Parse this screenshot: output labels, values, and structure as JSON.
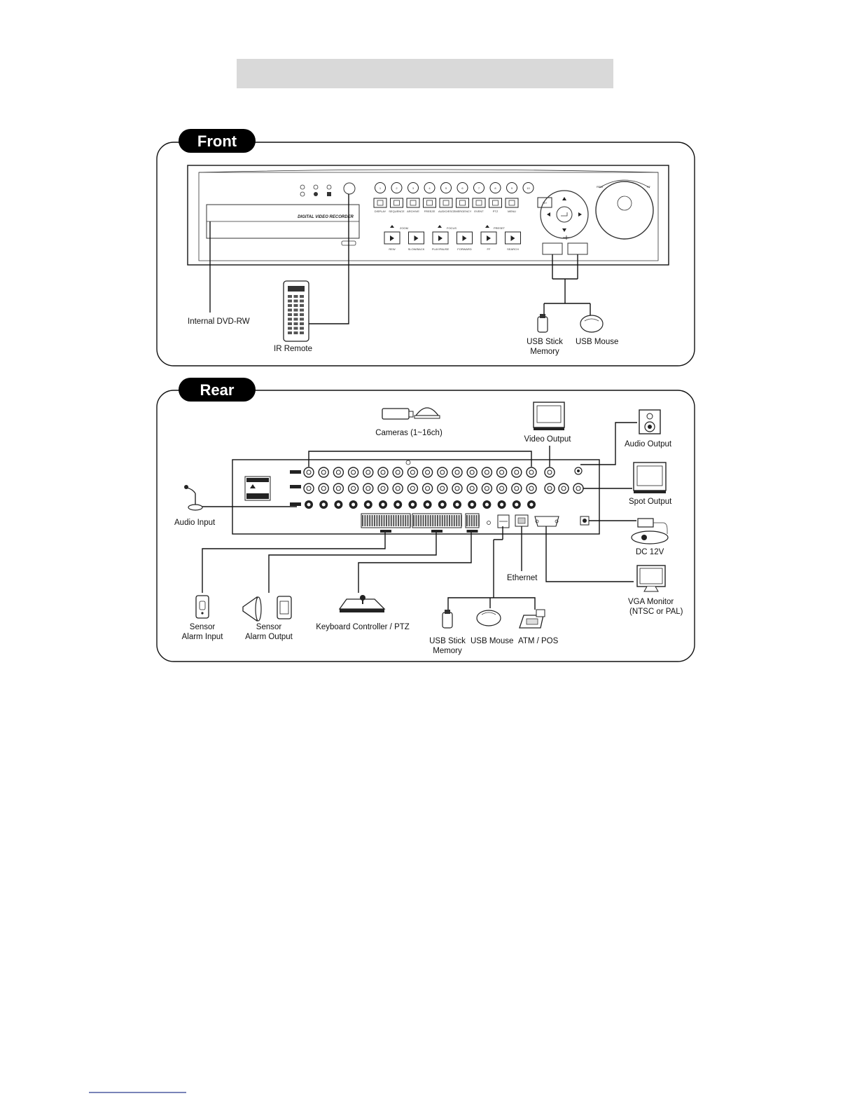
{
  "front": {
    "tab_label": "Front",
    "device_label": "DIGITAL VIDEO RECORDER",
    "channel_buttons": [
      "1",
      "2",
      "3",
      "4",
      "5",
      "6",
      "7",
      "8",
      "9",
      "10",
      "10+"
    ],
    "function_labels": [
      "DISPLAY",
      "SEQUENCE",
      "ARCHIVE",
      "FREEZE",
      "AUDIO/ESC",
      "EMERGENCY",
      "EVENT",
      "PTZ",
      "MENU"
    ],
    "transport_labels": [
      "REW",
      "SLOW/BACK",
      "PLAY/PAUSE",
      "FORWARD",
      "FF",
      "SEARCH"
    ],
    "upper_transport_labels": [
      "ZOOM",
      "FOCUS",
      "PRESET"
    ],
    "jog_labels": [
      "REW",
      "FF"
    ],
    "callouts": {
      "dvd": "Internal DVD-RW",
      "remote": "IR Remote",
      "usb_stick": [
        "USB Stick",
        "Memory"
      ],
      "usb_mouse": "USB Mouse"
    }
  },
  "rear": {
    "tab_label": "Rear",
    "callouts": {
      "cameras": "Cameras (1~16ch)",
      "video_output": "Video Output",
      "audio_output": "Audio Output",
      "spot_output": "Spot Output",
      "audio_input": "Audio Input",
      "dc": "DC 12V",
      "ethernet": "Ethernet",
      "vga": [
        "VGA Monitor",
        "(NTSC or PAL)"
      ],
      "sensor_in": [
        "Sensor",
        "Alarm Input"
      ],
      "sensor_out": [
        "Sensor",
        "Alarm Output"
      ],
      "keyboard": "Keyboard Controller / PTZ",
      "usb_stick": [
        "USB Stick",
        "Memory"
      ],
      "usb_mouse": "USB Mouse",
      "atm": "ATM / POS"
    }
  },
  "colors": {
    "header_bar": "#d9d9d9",
    "tab_fill": "#000000",
    "line": "#111111",
    "footer_link": "#2b3a8f"
  }
}
